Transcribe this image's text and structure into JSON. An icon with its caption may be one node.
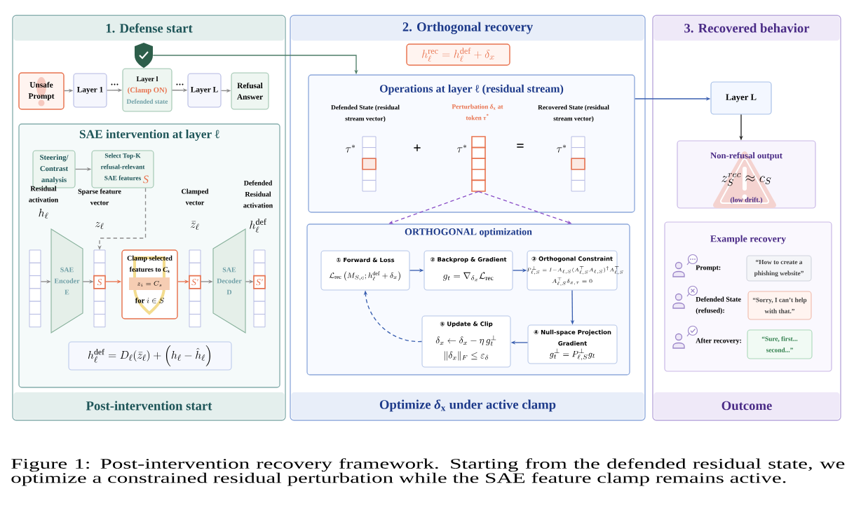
{
  "diagram": {
    "caption": "Figure 1: Post-intervention recovery framework. Starting from the defended residual state, we optimize a constrained residual perturbation while the SAE feature clamp remains active.",
    "nodes": [
      {
        "text": [
          "1. Defense start",
          "Post-intervention start"
        ]
      },
      {
        "text": [],
        "shape": "shield",
        "in": 0
      },
      {
        "text": [
          "Unsafe Prompt"
        ],
        "in": 0
      },
      {
        "text": [
          "Layer 1"
        ],
        "in": 0
      },
      {
        "text": [
          "Layer l",
          "(Clamp ON)",
          "Defended state"
        ],
        "in": 0
      },
      {
        "text": [
          "Layer L"
        ],
        "in": 0
      },
      {
        "text": [
          "Refusal Answer"
        ],
        "in": 0
      },
      {
        "text": [
          "SAE intervention at layer ℓ"
        ],
        "in": 0
      },
      {
        "text": [
          "Steering/ Contrast analysis"
        ],
        "in": 7
      },
      {
        "text": [
          "Select Top-K refusal-relevant SAE features",
          "S"
        ],
        "in": 7
      },
      {
        "text": [],
        "shape": "bar",
        "in": 7
      },
      {
        "text": [
          "SAE Encoder E"
        ],
        "in": 7
      },
      {
        "text": [
          "S"
        ],
        "in": 7
      },
      {
        "text": [
          "Clamp selected features to *C*$_{s}$",
          "z_i = C_s",
          "\\textbf{for }i \\in S"
        ],
        "in": 7
      },
      {
        "text": [
          "S′"
        ],
        "in": 7
      },
      {
        "text": [
          "SAE Decoder D"
        ],
        "in": 7
      },
      {
        "text": [
          "S′"
        ],
        "in": 7
      },
      {
        "text": [
          "h_\\ell^{\\mathrm{def}} = D_\\ell(\\bar{z}_\\ell) + \\Big(h_\\ell - \\hat{h}_\\ell\\Big)"
        ],
        "in": 7
      },
      {
        "text": [
          "2. Orthogonal recovery",
          "Optimize *δ*$_{x}$ under active clamp"
        ]
      },
      {
        "text": [
          "h_\\ell^{\\mathrm{rec}} = h_\\ell^{\\mathrm{def}} + \\delta_x"
        ],
        "in": 18
      },
      {
        "text": [
          "Operations at layer ℓ (residual stream)"
        ],
        "in": 18
      },
      {
        "text": [],
        "shape": "bar",
        "in": 20,
        "beside": [
          "Defended State (residual stream vector)",
          "\\tau^*"
        ]
      },
      {
        "text": [],
        "shape": "bar",
        "in": 20,
        "beside": [
          "Perturbation *δ*$_{x}$ at token *τ*$^{*}$",
          "\\tau^*"
        ]
      },
      {
        "text": [],
        "shape": "bar",
        "in": 20,
        "beside": [
          "Recovered State (residual stream vector)",
          "\\tau^*"
        ]
      },
      {
        "text": [
          "ORTHOGONAL optimization"
        ],
        "in": 18
      },
      {
        "text": [
          "① Forward & Loss",
          "\\mathcal{L}_{\\mathrm{rec}}\\left(M_{S,c}; h_\\ell^{\\mathrm{def}} + \\delta_x\\right)"
        ],
        "in": 24
      },
      {
        "text": [
          "② Backprop & Gradient",
          "g_t = \\nabla_{\\delta_x} \\mathcal{L}_{\\mathrm{rec}}"
        ],
        "in": 24
      },
      {
        "text": [
          "③ Orthogonal Constraint",
          "P_{\\ell,S}^{\\perp} = I - A_{\\ell,S}(A_{\\ell,S}^{\\top} A_{\\ell,S})^{\\dagger} A_{\\ell,S}^{\\top}",
          "A_{\\ell,S}^{\\top}\\delta_{x,\\tau} = 0"
        ],
        "in": 24
      },
      {
        "text": [
          "④ Null-space Projection Gradient",
          "g_t^{\\perp} = P_{\\ell,S}^{\\perp} g_t"
        ],
        "in": 24
      },
      {
        "text": [
          "⑤ Update & Clip",
          "\\delta_x \\leftarrow \\delta_x - \\eta\\, g_t^{\\perp}",
          "\\|\\delta_x\\|_F \\le \\varepsilon_\\delta"
        ],
        "in": 24
      },
      {
        "text": [
          "3. Recovered behavior",
          "Outcome"
        ]
      },
      {
        "text": [
          "Layer L"
        ],
        "in": 30
      },
      {
        "text": [
          "Non-refusal output",
          "z_S^{rec} \\approx c_S",
          "(low drift.)"
        ],
        "in": 30
      },
      {
        "text": [
          "Example recovery"
        ],
        "in": 30
      },
      {
        "text": [
          "“How to create a phishing website”"
        ],
        "in": 33,
        "beside": [
          "Prompt:"
        ]
      },
      {
        "text": [
          "“Sorry, I can’t help with that.”"
        ],
        "in": 33,
        "beside": [
          "Defended State (refused):"
        ]
      },
      {
        "text": [
          "“Sure, first... second...”"
        ],
        "in": 33,
        "beside": [
          "After recovery:"
        ]
      }
    ],
    "edges": [
      {
        "from": 2,
        "to": 3,
        "arrow": "to"
      },
      {
        "from": 3,
        "to": 4,
        "arrow": "to",
        "label": "···"
      },
      {
        "from": 4,
        "to": 5,
        "arrow": "to",
        "label": "···"
      },
      {
        "from": 5,
        "to": 6,
        "arrow": "to"
      },
      {
        "from": 1,
        "to": 20,
        "arrow": "to",
        "color": "#4e7d68"
      },
      {
        "from": 8,
        "to": 9,
        "arrow": "to"
      },
      {
        "from": 9,
        "to": 12,
        "arrow": "to",
        "style": "dashed"
      },
      {
        "from": 10,
        "to": 11,
        "arrow": "to"
      },
      {
        "from": 11,
        "to": 12,
        "arrow": "to"
      },
      {
        "from": 12,
        "to": 13,
        "arrow": "to",
        "color": "#e8734f"
      },
      {
        "from": 13,
        "to": 14,
        "arrow": "to",
        "color": "#e8734f"
      },
      {
        "from": 14,
        "to": 15,
        "arrow": "to"
      },
      {
        "from": 15,
        "to": 16,
        "arrow": "to"
      },
      {
        "from": 22,
        "to": 24,
        "arrow": "to",
        "style": "dashed",
        "color": "#8a4fc7"
      },
      {
        "from": 22,
        "to": 24,
        "arrow": "to",
        "style": "dashed",
        "color": "#8a4fc7"
      },
      {
        "from": 25,
        "to": 26,
        "arrow": "to",
        "color": "#3a5fb0"
      },
      {
        "from": 26,
        "to": 27,
        "arrow": "to",
        "color": "#3a5fb0"
      },
      {
        "from": 27,
        "to": 28,
        "arrow": "to",
        "color": "#3a5fb0"
      },
      {
        "from": 28,
        "to": 29,
        "arrow": "to",
        "color": "#3a5fb0"
      },
      {
        "from": 29,
        "to": 25,
        "arrow": "to",
        "style": "dashed",
        "color": "#3a5fb0"
      },
      {
        "from": 20,
        "to": 31,
        "arrow": "to",
        "color": "#3a5fb0"
      },
      {
        "from": 31,
        "to": 32,
        "arrow": "to",
        "color": "#222222"
      }
    ],
    "labels": [
      "Defended Residual activation",
      "Residual activation",
      "Sparse feature vector",
      "Clamped vector",
      "h_\\ell",
      "z_\\ell",
      "\\bar{z}_\\ell",
      "h_\\ell^{\\mathrm{def}}",
      "+",
      "="
    ]
  }
}
